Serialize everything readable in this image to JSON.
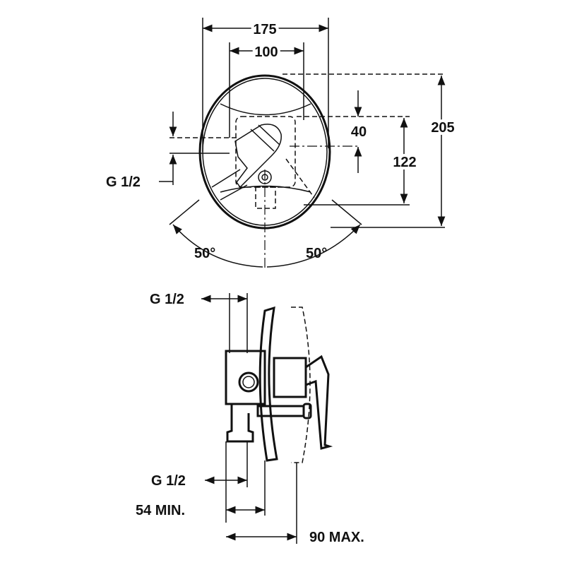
{
  "front_view": {
    "dim_width_total": "175",
    "dim_width_box": "100",
    "dim_height_total": "205",
    "dim_offset": "40",
    "dim_height_box": "122",
    "connection": "G 1/2",
    "angle_left": "50°",
    "angle_right": "50°"
  },
  "side_view": {
    "connection_top": "G 1/2",
    "connection_bottom": "G 1/2",
    "min_depth": "54 MIN.",
    "max_depth": "90 MAX."
  }
}
